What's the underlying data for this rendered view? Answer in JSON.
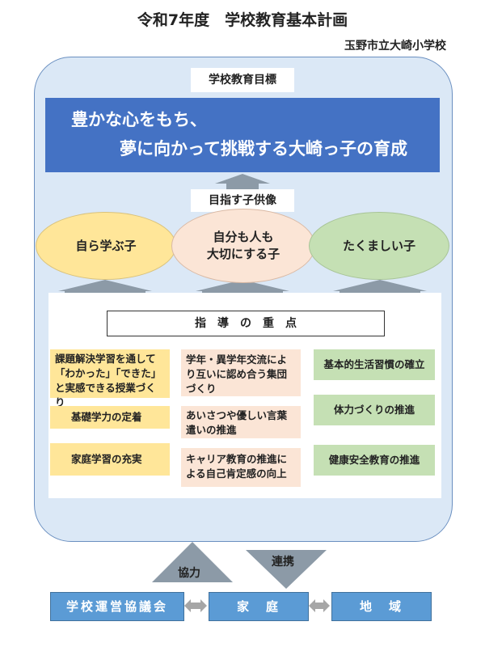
{
  "title": "令和7年度　学校教育基本計画",
  "school": "玉野市立大崎小学校",
  "goal": {
    "label": "学校教育目標",
    "line1": "豊かな心をもち、",
    "line2": "夢に向かって挑戦する大崎っ子の育成"
  },
  "ideal": {
    "label": "目指す子供像",
    "items": [
      {
        "line1": "自ら学ぶ子",
        "line2": ""
      },
      {
        "line1": "自分も人も",
        "line2": "大切にする子"
      },
      {
        "line1": "たくましい子",
        "line2": ""
      }
    ]
  },
  "focus": {
    "title": "指導の重点",
    "col1": [
      "課題解決学習を通して「わかった」「できた」と実感できる授業づくり",
      "基礎学力の定着",
      "家庭学習の充実"
    ],
    "col2": [
      "学年・異学年交流により互いに認め合う集団づくり",
      "あいさつや優しい言葉遣いの推進",
      "キャリア教育の推進による自己肯定感の向上"
    ],
    "col3": [
      "基本的生活習慣の確立",
      "体力づくりの推進",
      "健康安全教育の推進"
    ]
  },
  "collab": {
    "up_label": "協力",
    "down_label": "連携",
    "boxes": [
      "学校運営協議会",
      "家　庭",
      "地　域"
    ]
  },
  "colors": {
    "goal_blue": "#4472c4",
    "panel_bg": "#dbe8f6",
    "yellow": "#ffe699",
    "peach": "#fbe5d6",
    "green": "#c5e0b4",
    "bottom_blue": "#5b9bd5",
    "arrow_gray": "#8c9aa7"
  }
}
